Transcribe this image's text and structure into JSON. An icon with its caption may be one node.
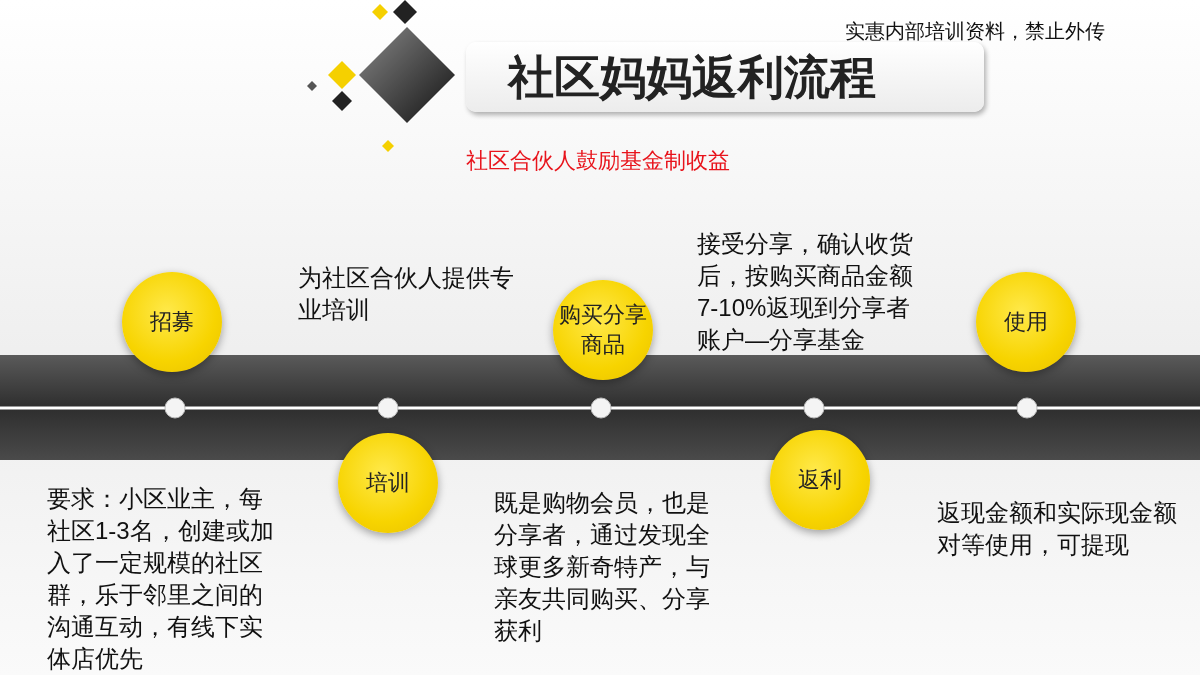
{
  "diagram": {
    "title": "社区妈妈返利流程",
    "nodes": [
      {
        "text": [
          "招募"
        ]
      },
      {
        "text": [
          "培训"
        ]
      },
      {
        "text": [
          "购买分享商品"
        ]
      },
      {
        "text": [
          "返利"
        ]
      },
      {
        "text": [
          "使用"
        ]
      }
    ],
    "labels": [
      "实惠内部培训资料，禁止外传",
      "社区合伙人鼓励基金制收益",
      "为社区合伙人提供专业培训",
      "接受分享，确认收货后，按购买商品金额7-10%返现到分享者账户—分享基金",
      "要求：小区业主，每社区1-3名，创建或加入了一定规模的社区群，乐于邻里之间的沟通互动，有线下实体店优先",
      "既是购物会员，也是分享者，通过发现全球更多新奇特产，与亲友共同购买、分享获利",
      "返现金额和实际现金额对等使用，可提现"
    ]
  }
}
